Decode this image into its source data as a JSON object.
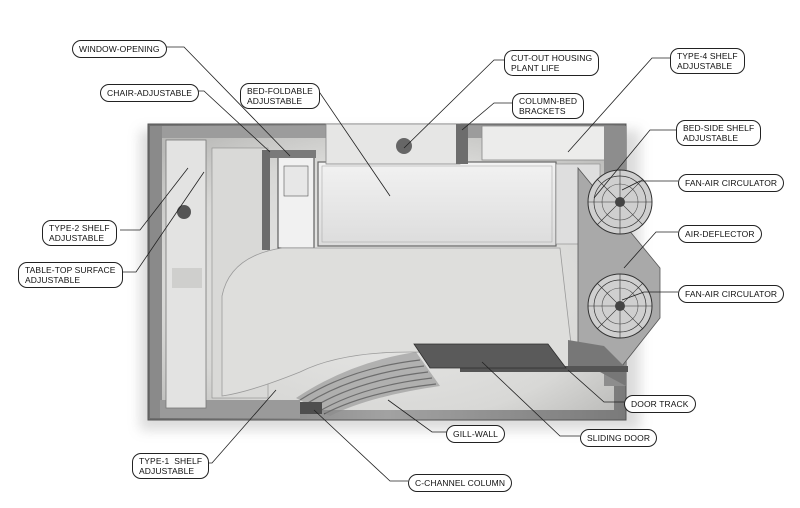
{
  "labels": {
    "window_opening": [
      "WINDOW-OPENING"
    ],
    "chair_adjustable": [
      "CHAIR-ADJUSTABLE"
    ],
    "bed_foldable": [
      "BED-FOLDABLE",
      "ADJUSTABLE"
    ],
    "cut_out_housing": [
      "CUT-OUT HOUSING",
      "PLANT LIFE"
    ],
    "column_bed_brackets": [
      "COLUMN-BED",
      "BRACKETS"
    ],
    "type4_shelf": [
      "TYPE-4 SHELF",
      "ADJUSTABLE"
    ],
    "bed_side_shelf": [
      "BED-SIDE SHELF",
      "ADJUSTABLE"
    ],
    "fan_air_circulator_top": [
      "FAN-AIR CIRCULATOR"
    ],
    "air_deflector": [
      "AIR-DEFLECTOR"
    ],
    "fan_air_circulator_bottom": [
      "FAN-AIR CIRCULATOR"
    ],
    "type2_shelf": [
      "TYPE-2 SHELF",
      "ADJUSTABLE"
    ],
    "table_top_surface": [
      "TABLE-TOP SURFACE",
      "ADJUSTABLE"
    ],
    "door_track": [
      "DOOR TRACK"
    ],
    "gill_wall": [
      "GILL-WALL"
    ],
    "sliding_door": [
      "SLIDING DOOR"
    ],
    "type1_shelf": [
      "TYPE-1  SHELF",
      "ADJUSTABLE"
    ],
    "c_channel_column": [
      "C-CHANNEL COLUMN"
    ]
  },
  "colors": {
    "wall": "#8c8c8c",
    "floor": "#d6d6d4",
    "outline": "#222222"
  }
}
